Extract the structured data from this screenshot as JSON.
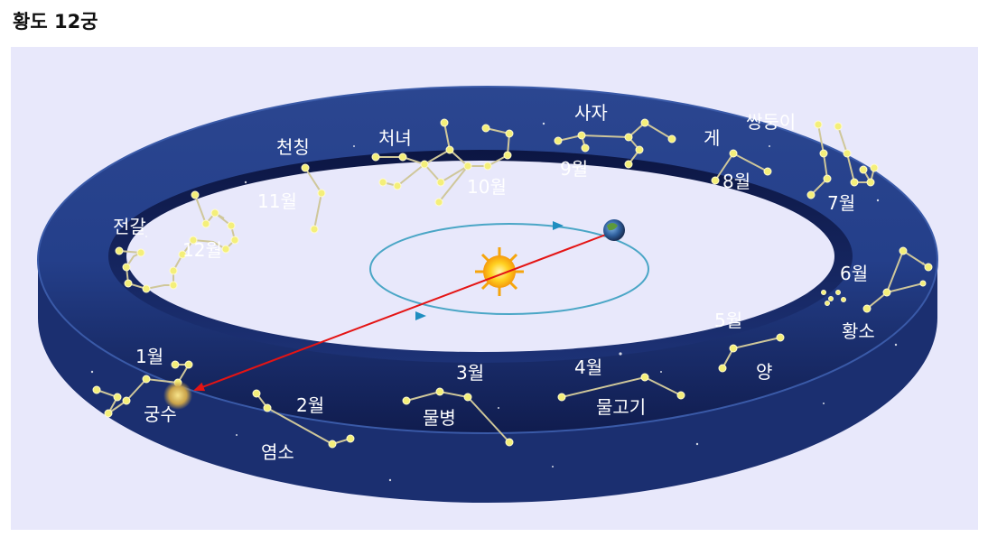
{
  "title": "황도 12궁",
  "signs": [
    {
      "name": "궁수",
      "month": "1월"
    },
    {
      "name": "염소",
      "month": "2월"
    },
    {
      "name": "물병",
      "month": "3월"
    },
    {
      "name": "물고기",
      "month": "4월"
    },
    {
      "name": "양",
      "month": "5월"
    },
    {
      "name": "황소",
      "month": "6월"
    },
    {
      "name": "쌍둥이",
      "month": "7월"
    },
    {
      "name": "게",
      "month": "8월"
    },
    {
      "name": "사자",
      "month": "9월"
    },
    {
      "name": "처녀",
      "month": "10월"
    },
    {
      "name": "천칭",
      "month": "11월"
    },
    {
      "name": "전갈",
      "month": "12월"
    }
  ],
  "colors": {
    "background": "#e8e8fb",
    "band": "#1c2f6e",
    "orbit": "#4aa6c6",
    "arrow": "#e41414",
    "sun": "#ffcc22",
    "label": "#ffffff"
  },
  "icons": {
    "sun": "sun-icon",
    "earth": "earth-icon"
  }
}
